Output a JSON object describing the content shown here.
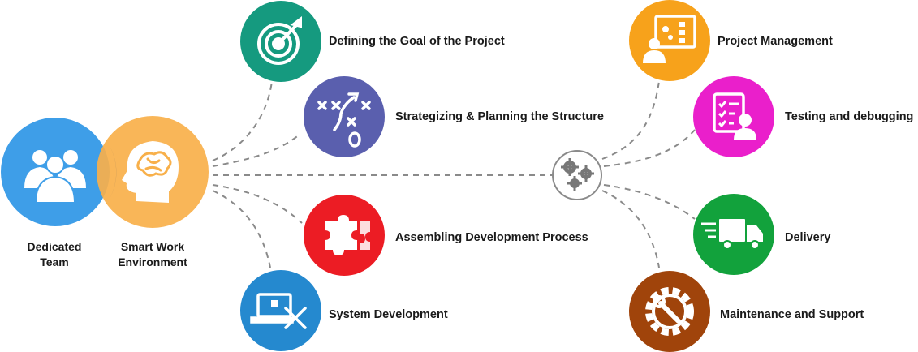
{
  "venn": {
    "left_label": [
      "Dedicated",
      "Team"
    ],
    "right_label": [
      "Smart Work",
      "Environment"
    ],
    "left_icon": "team-icon",
    "right_icon": "brain-head-icon"
  },
  "hub_icon": "gears-icon",
  "left_steps": [
    {
      "label": "Defining the Goal of the Project",
      "icon": "target-icon",
      "color": "#159a7f"
    },
    {
      "label": "Strategizing & Planning the Structure",
      "icon": "strategy-icon",
      "color": "#5a5fae"
    },
    {
      "label": "Assembling Development Process",
      "icon": "puzzle-icon",
      "color": "#ec1c24"
    },
    {
      "label": "System Development",
      "icon": "laptop-tools-icon",
      "color": "#2589cf"
    }
  ],
  "right_steps": [
    {
      "label": "Project Management",
      "icon": "presentation-icon",
      "color": "#f7a21b"
    },
    {
      "label": "Testing and debugging",
      "icon": "checklist-icon",
      "color": "#ea1fcb"
    },
    {
      "label": "Delivery",
      "icon": "truck-icon",
      "color": "#12a23c"
    },
    {
      "label": "Maintenance and Support",
      "icon": "gear-wrench-icon",
      "color": "#a0440b"
    }
  ],
  "colors": {
    "team": "#3e9ee8",
    "environment": "#f8b04a",
    "connector": "#8a8a8a"
  }
}
